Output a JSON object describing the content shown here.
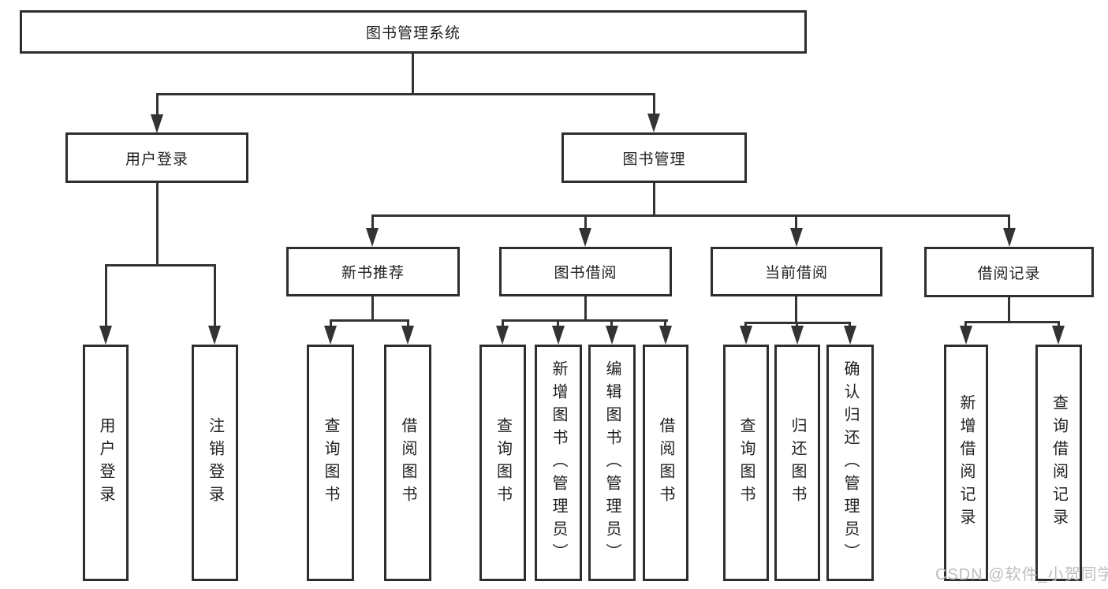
{
  "nodes": {
    "root": "图书管理系统",
    "level2": {
      "user_login": "用户登录",
      "book_mgmt": "图书管理"
    },
    "level3": {
      "new_books": "新书推荐",
      "book_borrow": "图书借阅",
      "current_borrow": "当前借阅",
      "borrow_records": "借阅记录"
    },
    "leaves": {
      "user_login": "用户登录",
      "logout": "注销登录",
      "nb_query": "查询图书",
      "nb_borrow": "借阅图书",
      "bb_query": "查询图书",
      "bb_add": "新增图书（管理员）",
      "bb_edit": "编辑图书（管理员）",
      "bb_borrow": "借阅图书",
      "cb_query": "查询图书",
      "cb_return": "归还图书",
      "cb_confirm": "确认归还（管理员）",
      "br_add": "新增借阅记录",
      "br_query": "查询借阅记录"
    }
  },
  "watermark": "CSDN @软件_小贺同学",
  "colors": {
    "line": "#333333",
    "box_border": "#2e2e2e",
    "box_fill": "#ffffff",
    "text": "#1f1f1f",
    "watermark": "#bdbdbd"
  }
}
